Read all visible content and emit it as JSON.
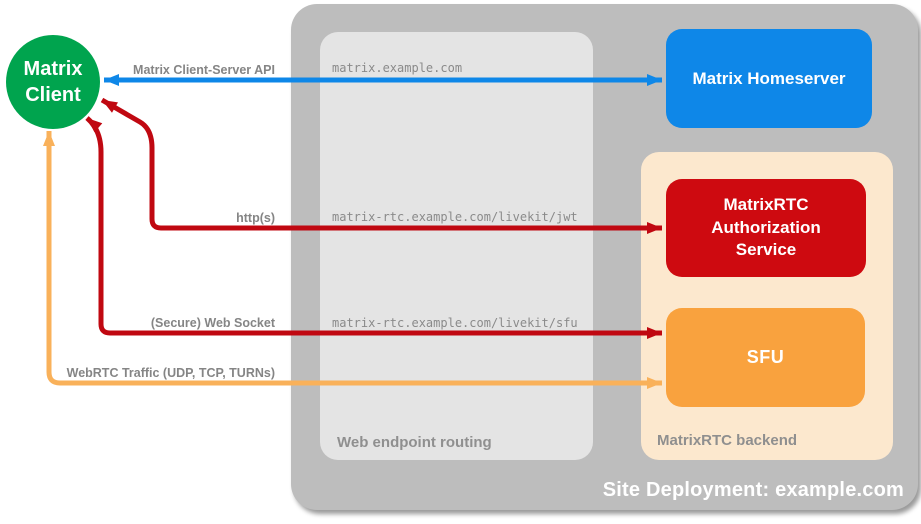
{
  "footer": {
    "label": "Site Deployment: example.com"
  },
  "client": {
    "label": "Matrix Client"
  },
  "homeserver": {
    "label": "Matrix Homeserver"
  },
  "routing": {
    "label": "Web endpoint routing"
  },
  "backend": {
    "label": "MatrixRTC backend",
    "auth_service": {
      "label": "MatrixRTC Authorization Service"
    },
    "sfu": {
      "label": "SFU"
    }
  },
  "connections": [
    {
      "name": "matrix-client-server-api",
      "label": "Matrix Client-Server API",
      "endpoint": "matrix.example.com"
    },
    {
      "name": "https",
      "label": "http(s)",
      "endpoint": "matrix-rtc.example.com/livekit/jwt"
    },
    {
      "name": "secure-web-socket",
      "label": "(Secure) Web Socket",
      "endpoint": "matrix-rtc.example.com/livekit/sfu"
    },
    {
      "name": "webrtc-traffic",
      "label": "WebRTC Traffic (UDP, TCP, TURNs)",
      "endpoint": ""
    }
  ],
  "colors": {
    "container-gray": "#BDBDBD",
    "routing-gray": "#E4E4E4",
    "backend-peach": "#FCE8CE",
    "homeserver-blue": "#0E87E8",
    "service-red": "#CE0A10",
    "sfu-orange": "#F9A23E",
    "client-green": "#00A44E",
    "arrow-red": "#C00811",
    "arrow-orange": "#F9B15A",
    "label-gray": "#858585",
    "mono-gray": "#8A8A8A",
    "box-label-gray": "#8F8F8F",
    "footer-white": "#FFFFFF"
  }
}
